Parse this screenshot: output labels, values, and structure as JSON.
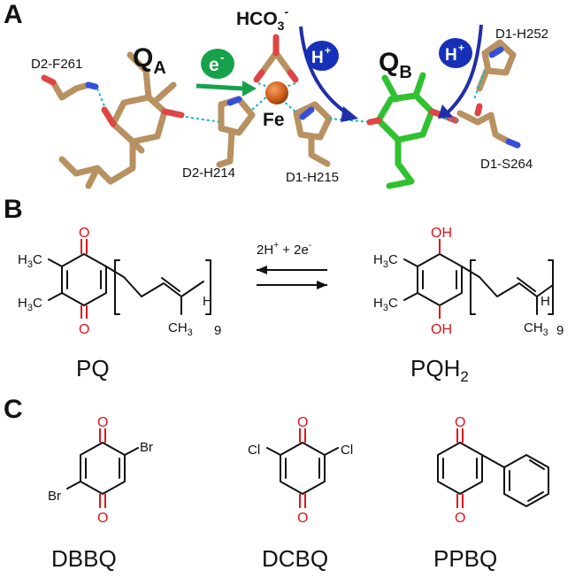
{
  "panels": {
    "a": {
      "letter": "A",
      "qa_main": "Q",
      "qa_sub": "A",
      "qb_main": "Q",
      "qb_sub": "B",
      "hco3_main": "HCO",
      "hco3_sub": "3",
      "hco3_sup": "-",
      "fe": "Fe",
      "electron_main": "e",
      "electron_sup": "-",
      "proton_main": "H",
      "proton_sup": "+",
      "residues": {
        "d2_f261": "D2-F261",
        "d2_h214": "D2-H214",
        "d1_h215": "D1-H215",
        "d1_h252": "D1-H252",
        "d1_s264": "D1-S264"
      }
    },
    "b": {
      "letter": "B",
      "reaction_main": "2H",
      "reaction_sup1": "+",
      "reaction_mid": " + 2e",
      "reaction_sup2": "-",
      "pq_name": "PQ",
      "pqh2_main": "PQH",
      "pqh2_sub": "2",
      "repeat": "9"
    },
    "c": {
      "letter": "C",
      "dbbq": "DBBQ",
      "dcbq": "DCBQ",
      "ppbq": "PPBQ"
    }
  },
  "atoms": {
    "O": "O",
    "OH": "OH",
    "H": "H",
    "C": "C",
    "CH": "CH",
    "three": "3",
    "Br": "Br",
    "Cl": "Cl"
  },
  "colors": {
    "oxygen": "#e0141b",
    "stick_tan": "#b89160",
    "stick_green": "#2fc12f",
    "nitrogen": "#3550d8",
    "hbond": "#17b5c8",
    "iron": "#d2601a",
    "electron_badge": "#16a24a",
    "proton_badge": "#1631b8",
    "proton_arrow": "#1f2fa8"
  }
}
